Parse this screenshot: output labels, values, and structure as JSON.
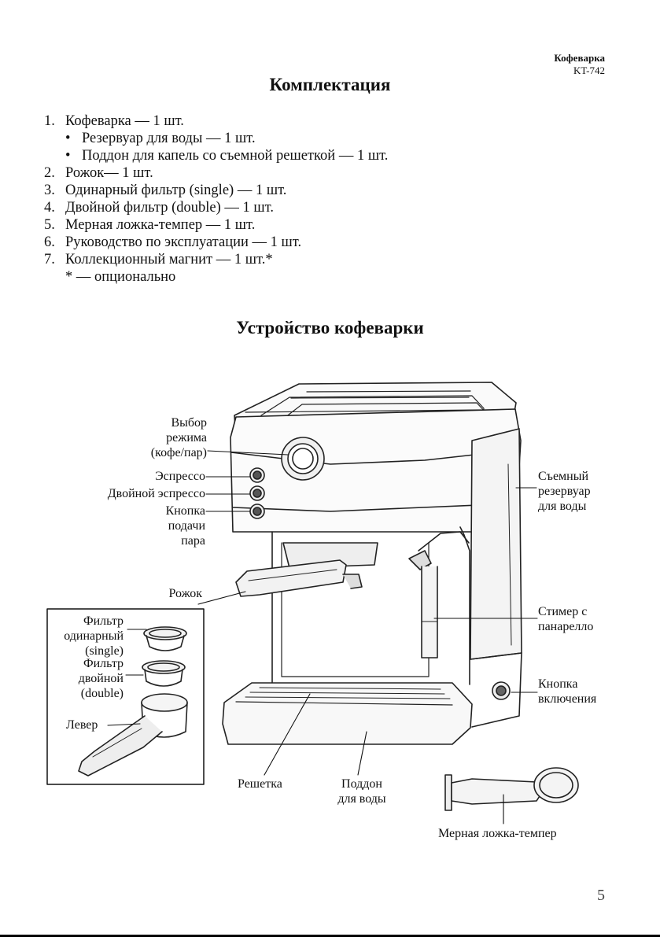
{
  "header": {
    "brand": "Кофеварка",
    "model": "KT-742"
  },
  "section1": {
    "title": "Комплектация",
    "items": [
      {
        "num": "1.",
        "text": "Кофеварка — 1 шт."
      },
      {
        "bullet": "•",
        "text": "Резервуар для воды — 1 шт."
      },
      {
        "bullet": "•",
        "text": "Поддон для капель со съемной решеткой — 1 шт."
      },
      {
        "num": "2.",
        "text": "Рожок— 1 шт."
      },
      {
        "num": "3.",
        "text": "Одинарный фильтр (single) — 1 шт."
      },
      {
        "num": "4.",
        "text": "Двойной фильтр (double) — 1 шт."
      },
      {
        "num": "5.",
        "text": "Мерная ложка-темпер — 1 шт."
      },
      {
        "num": "6.",
        "text": "Руководство по эксплуатации — 1 шт."
      },
      {
        "num": "7.",
        "text": "Коллекционный магнит — 1 шт.*"
      }
    ],
    "footnote": "* — опционально"
  },
  "section2": {
    "title": "Устройство кофеварки",
    "labels": {
      "mode_select": [
        "Выбор",
        "режима",
        "(кофе/пар)"
      ],
      "espresso": "Эспрессо",
      "double_espresso": "Двойной эспрессо",
      "steam_button": [
        "Кнопка",
        "подачи",
        "пара"
      ],
      "portafilter": "Рожок",
      "filter_single": [
        "Фильтр",
        "одинарный",
        "(single)"
      ],
      "filter_double": [
        "Фильтр",
        "двойной",
        "(double)"
      ],
      "lever": "Левер",
      "tank": [
        "Съемный",
        "резервуар",
        "для воды"
      ],
      "steamer": [
        "Стимер с",
        "панарелло"
      ],
      "power": [
        "Кнопка",
        "включения"
      ],
      "grate": "Решетка",
      "tray": [
        "Поддон",
        "для воды"
      ],
      "tamper": "Мерная ложка-темпер"
    }
  },
  "page_number": "5"
}
